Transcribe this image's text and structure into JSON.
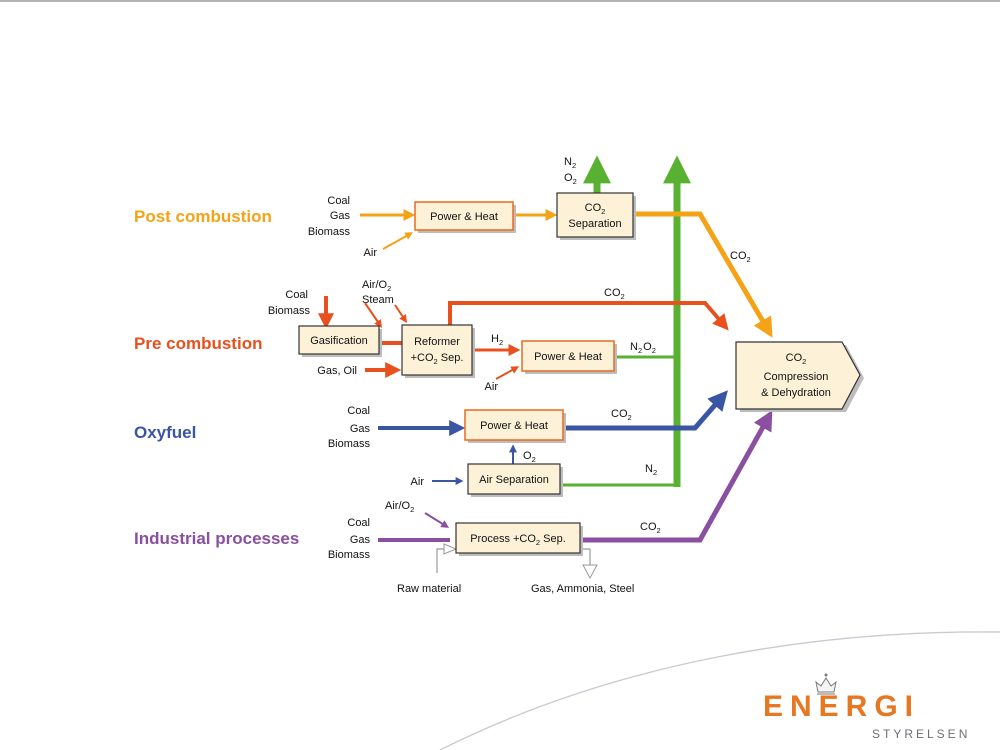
{
  "categories": {
    "post": "Post combustion",
    "pre": "Pre combustion",
    "oxy": "Oxyfuel",
    "industrial": "Industrial processes"
  },
  "colors": {
    "post": "#f5a316",
    "pre": "#e8501e",
    "oxy": "#3a55a4",
    "industrial": "#8a4fa1",
    "nitrogen": "#59b132",
    "box_fill": "#fdf2d8"
  },
  "inputs": {
    "post_coal": "Coal",
    "post_gas": "Gas",
    "post_biomass": "Biomass",
    "post_air": "Air",
    "pre_coal": "Coal",
    "pre_biomass": "Biomass",
    "pre_air": "Air/O",
    "pre_air_sub": "2",
    "pre_steam": "Steam",
    "pre_gasoil": "Gas, Oil",
    "pre_air2": "Air",
    "oxy_coal": "Coal",
    "oxy_gas": "Gas",
    "oxy_biomass": "Biomass",
    "oxy_air": "Air",
    "ind_air": "Air/O",
    "ind_air_sub": "2",
    "ind_coal": "Coal",
    "ind_gas": "Gas",
    "ind_biomass": "Biomass",
    "ind_raw": "Raw material",
    "ind_products": "Gas, Ammonia, Steel"
  },
  "boxes": {
    "post_power": "Power & Heat",
    "co2_sep_1": "CO",
    "co2_sep_sub": "2",
    "co2_sep_2": "Separation",
    "gasification": "Gasification",
    "reformer_1": "Reformer",
    "reformer_2": "+CO",
    "reformer_sub": "2",
    "reformer_3": " Sep.",
    "pre_power": "Power & Heat",
    "oxy_power": "Power & Heat",
    "air_sep": "Air Separation",
    "process_1": "Process +CO",
    "process_sub": "2",
    "process_2": " Sep.",
    "compression_1": "CO",
    "compression_sub": "2",
    "compression_2": "Compression",
    "compression_3": "& Dehydration"
  },
  "flows": {
    "n2o2_top_n": "N",
    "n2o2_top_n_sub": "2",
    "n2o2_top_o": "O",
    "n2o2_top_o_sub": "2",
    "post_co2": "CO",
    "post_co2_sub": "2",
    "pre_co2": "CO",
    "pre_co2_sub": "2",
    "h2": "H",
    "h2_sub": "2",
    "pre_n2o2_n": "N",
    "pre_n2o2_n_sub": "2",
    "pre_n2o2_o": "O",
    "pre_n2o2_o_sub": "2",
    "oxy_co2": "CO",
    "oxy_co2_sub": "2",
    "o2": "O",
    "o2_sub": "2",
    "n2": "N",
    "n2_sub": "2",
    "ind_co2": "CO",
    "ind_co2_sub": "2"
  },
  "logo": {
    "word": "ENERGI",
    "subword": "STYRELSEN"
  }
}
